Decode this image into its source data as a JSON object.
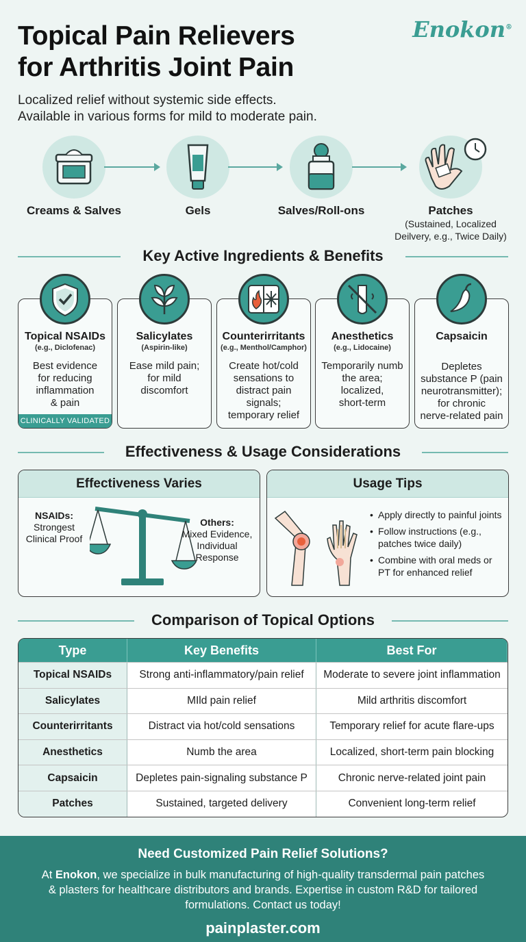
{
  "header": {
    "title_line1": "Topical Pain Relievers",
    "title_line2": "for Arthritis Joint Pain",
    "brand": "Enokon",
    "brand_mark": "®",
    "subtitle_line1": "Localized relief without systemic side effects.",
    "subtitle_line2": "Available in various forms for mild to moderate pain."
  },
  "forms": [
    {
      "label": "Creams & Salves",
      "icon": "cream-jar-icon"
    },
    {
      "label": "Gels",
      "icon": "gel-tube-icon"
    },
    {
      "label": "Salves/Roll-ons",
      "icon": "roll-on-icon"
    },
    {
      "label": "Patches",
      "sub1": "(Sustained, Localized",
      "sub2": "Deilvery, e.g., Twice Daily)",
      "icon": "hand-patch-clock-icon"
    }
  ],
  "ingredients": {
    "heading": "Key Active Ingredients & Benefits",
    "cards": [
      {
        "name": "Topical NSAIDs",
        "example": "(e.g., Diclofenac)",
        "desc": [
          "Best evidence",
          "for reducing",
          "inflammation",
          "& pain"
        ],
        "badge": "CLINICALLY VALIDATED",
        "icon": "shield-check-icon"
      },
      {
        "name": "Salicylates",
        "example": "(Aspirin-like)",
        "desc": [
          "Ease mild pain;",
          "for mild",
          "discomfort"
        ],
        "icon": "leaf-icon"
      },
      {
        "name": "Counterirritants",
        "example": "(e.g., Menthol/Camphor)",
        "desc": [
          "Create hot/cold",
          "sensations to",
          "distract pain",
          "signals;",
          "temporary relief"
        ],
        "icon": "fire-snowflake-icon"
      },
      {
        "name": "Anesthetics",
        "example": "(e.g., Lidocaine)",
        "desc": [
          "Temporarily numb",
          "the area;",
          "localized,",
          "short-term"
        ],
        "icon": "numb-icon"
      },
      {
        "name": "Capsaicin",
        "example": "",
        "desc": [
          "Depletes",
          "substance P (pain",
          "neurotransmitter);",
          "for chronic",
          "nerve-related pain"
        ],
        "icon": "chili-pepper-icon"
      }
    ]
  },
  "effectiveness": {
    "heading": "Effectiveness & Usage Considerations",
    "left_title": "Effectiveness Varies",
    "nsaid_label": "NSAIDs:",
    "nsaid_l1": "Strongest",
    "nsaid_l2": "Clinical Proof",
    "others_label": "Others:",
    "others_l1": "Mixed Evidence,",
    "others_l2": "Individual",
    "others_l3": "Response",
    "right_title": "Usage Tips",
    "tips": [
      [
        "Apply directly to painful joints"
      ],
      [
        "Follow instructions (e.g.,",
        "patches twice daily)"
      ],
      [
        "Combine with oral meds or",
        "PT for enhanced relief"
      ]
    ]
  },
  "comparison": {
    "heading": "Comparison of Topical Options",
    "headers": [
      "Type",
      "Key Benefits",
      "Best For"
    ],
    "rows": [
      [
        "Topical NSAIDs",
        "Strong anti-inflammatory/pain relief",
        "Moderate to severe joint inflammation"
      ],
      [
        "Salicylates",
        "MIld pain relief",
        "Mild arthritis discomfort"
      ],
      [
        "Counterirritants",
        "Distract via hot/cold sensations",
        "Temporary relief for acute flare-ups"
      ],
      [
        "Anesthetics",
        "Numb the area",
        "Localized, short-term pain blocking"
      ],
      [
        "Capsaicin",
        "Depletes pain-signaling substance P",
        "Chronic nerve-related joint pain"
      ],
      [
        "Patches",
        "Sustained, targeted delivery",
        "Convenient long-term relief"
      ]
    ]
  },
  "footer": {
    "title": "Need Customized Pain Relief Solutions?",
    "text_pre": "At ",
    "text_brand": "Enokon",
    "text_post": ", we specialize in bulk manufacturing of high-quality transdermal pain patches & plasters for healthcare distributors and brands. Expertise in custom R&D for tailored formulations. Contact us today!",
    "url": "painplaster.com"
  },
  "colors": {
    "accent": "#3a9d92",
    "light_accent": "#cfe8e3",
    "background": "#eef5f3",
    "footer": "#2f8279"
  }
}
